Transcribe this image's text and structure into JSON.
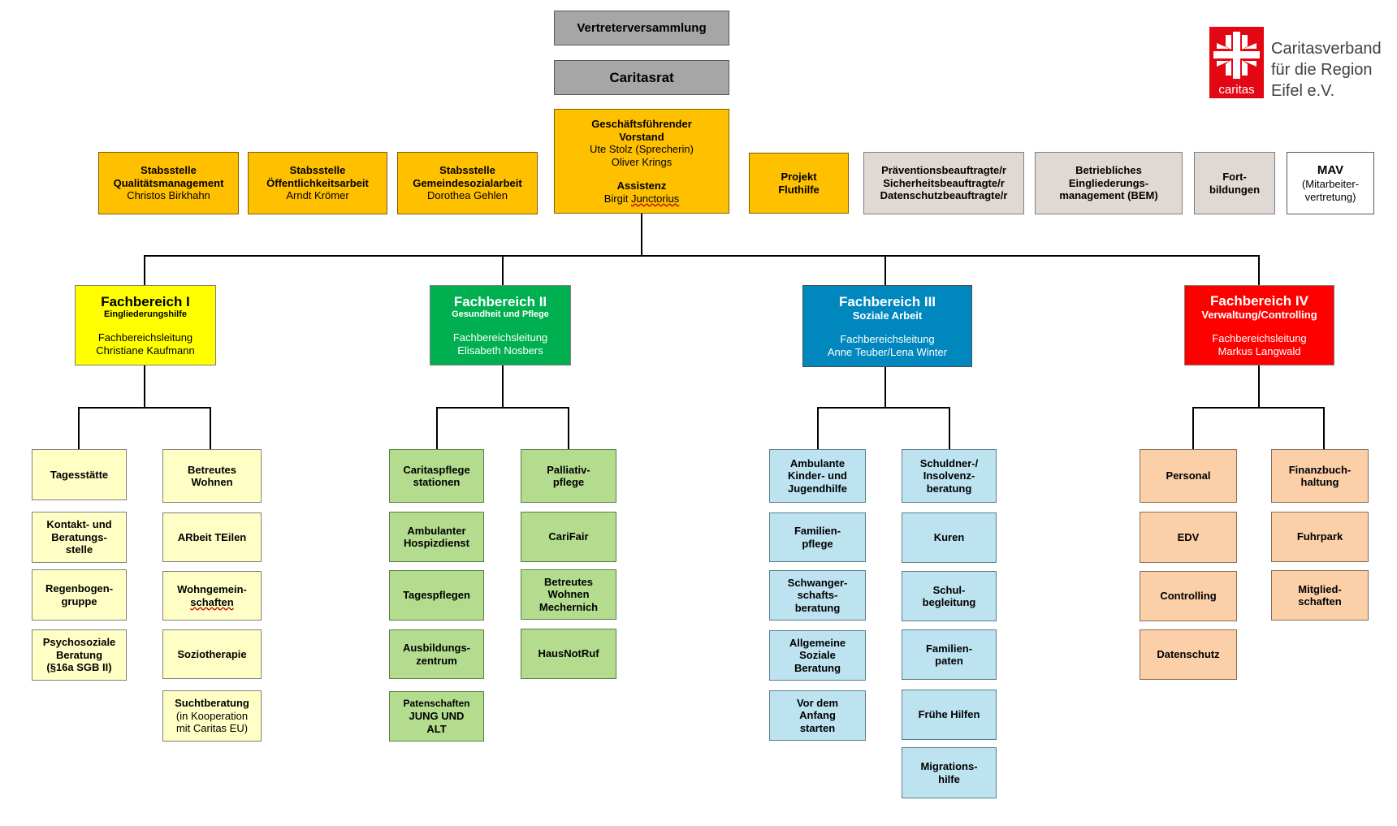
{
  "top": {
    "vertreter": "Vertreterversammlung",
    "caritasrat": "Caritasrat",
    "vorstand": {
      "title1": "Geschäftsführender",
      "title2": "Vorstand",
      "name1": "Ute Stolz (Sprecherin)",
      "name2": "Oliver Krings",
      "assist_title": "Assistenz",
      "assist_name_a": "Birgit",
      "assist_name_b": "Junctorius"
    }
  },
  "logo": {
    "word": "caritas",
    "line1": "Caritasverband",
    "line2": "für die Region",
    "line3": "Eifel e.V.",
    "color": "#e30613"
  },
  "staff": [
    {
      "l1": "Stabsstelle",
      "l2": "Qualitätsmanagement",
      "l3": "Christos Birkhahn"
    },
    {
      "l1": "Stabsstelle",
      "l2": "Öffentlichkeitsarbeit",
      "l3": "Arndt Krömer"
    },
    {
      "l1": "Stabsstelle",
      "l2": "Gemeindesozialarbeit",
      "l3": "Dorothea Gehlen"
    }
  ],
  "projekt": {
    "l1": "Projekt",
    "l2": "Fluthilfe"
  },
  "side": {
    "praev": {
      "l1": "Präventionsbeauftragte/r",
      "l2": "Sicherheitsbeauftragte/r",
      "l3": "Datenschutzbeauftragte/r"
    },
    "bem": {
      "l1": "Betriebliches",
      "l2": "Eingliederungs-",
      "l3": "management (BEM)"
    },
    "fort": {
      "l1": "Fort-",
      "l2": "bildungen"
    },
    "mav": {
      "l1": "MAV",
      "l2": "(Mitarbeiter-",
      "l3": "vertretung)"
    }
  },
  "fb": [
    {
      "title": "Fachbereich I",
      "sub": "Eingliederungshilfe",
      "lead": "Fachbereichsleitung",
      "name": "Christiane Kaufmann",
      "color": "#ffff00"
    },
    {
      "title": "Fachbereich II",
      "sub": "Gesundheit und Pflege",
      "lead": "Fachbereichsleitung",
      "name": "Elisabeth Nosbers",
      "color": "#00b050"
    },
    {
      "title": "Fachbereich III",
      "sub": "Soziale Arbeit",
      "lead": "Fachbereichsleitung",
      "name": "Anne Teuber/Lena Winter",
      "color": "#0087be"
    },
    {
      "title": "Fachbereich IV",
      "sub": "Verwaltung/Controlling",
      "lead": "Fachbereichsleitung",
      "name": "Markus Langwald",
      "color": "#ff0000"
    }
  ],
  "fb1": {
    "left": [
      [
        "Tagesstätte"
      ],
      [
        "Kontakt- und",
        "Beratungs-",
        "stelle"
      ],
      [
        "Regenbogen-",
        "gruppe"
      ],
      [
        "Psychosoziale",
        "Beratung",
        "(§16a SGB II)"
      ]
    ],
    "right": [
      [
        "Betreutes",
        "Wohnen"
      ],
      [
        "ARbeit TEilen"
      ],
      [
        "Wohngemein-",
        "schaften"
      ],
      [
        "Soziotherapie"
      ],
      [
        "Suchtberatung",
        "(in Kooperation",
        "mit Caritas EU)"
      ]
    ]
  },
  "fb2": {
    "left": [
      [
        "Caritaspflege",
        "stationen"
      ],
      [
        "Ambulanter",
        "Hospizdienst"
      ],
      [
        "Tagespflegen"
      ],
      [
        "Ausbildungs-",
        "zentrum"
      ],
      [
        "Patenschaften",
        "JUNG UND",
        "ALT"
      ]
    ],
    "right": [
      [
        "Palliativ-",
        "pflege"
      ],
      [
        "CariFair"
      ],
      [
        "Betreutes",
        "Wohnen",
        "Mechernich"
      ],
      [
        "HausNotRuf"
      ]
    ]
  },
  "fb3": {
    "left": [
      [
        "Ambulante",
        "Kinder- und",
        "Jugendhilfe"
      ],
      [
        "Familien-",
        "pflege"
      ],
      [
        "Schwanger-",
        "schafts-",
        "beratung"
      ],
      [
        "Allgemeine",
        "Soziale",
        "Beratung"
      ],
      [
        "Vor dem",
        "Anfang",
        "starten"
      ]
    ],
    "right": [
      [
        "Schuldner-/",
        "Insolvenz-",
        "beratung"
      ],
      [
        "Kuren"
      ],
      [
        "Schul-",
        "begleitung"
      ],
      [
        "Familien-",
        "paten"
      ],
      [
        "Frühe Hilfen"
      ],
      [
        "Migrations-",
        "hilfe"
      ]
    ]
  },
  "fb4": {
    "left": [
      [
        "Personal"
      ],
      [
        "EDV"
      ],
      [
        "Controlling"
      ],
      [
        "Datenschutz"
      ]
    ],
    "right": [
      [
        "Finanzbuch-",
        "haltung"
      ],
      [
        "Fuhrpark"
      ],
      [
        "Mitglied-",
        "schaften"
      ]
    ]
  }
}
